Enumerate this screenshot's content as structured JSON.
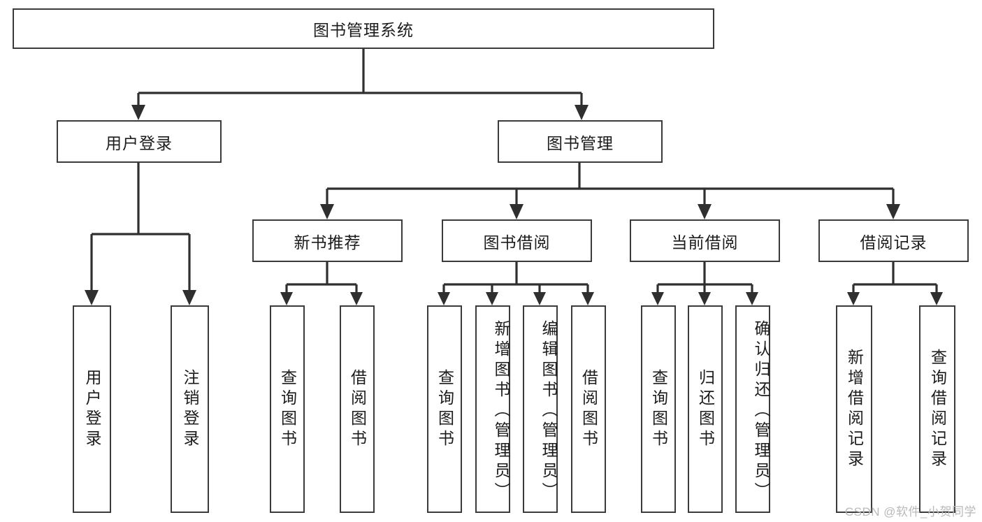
{
  "diagram": {
    "title": "图书管理系统",
    "type": "tree-hierarchy",
    "watermark": "CSDN @软件_小贺同学",
    "colors": {
      "stroke": "#3b3b3b",
      "fill": "#ffffff",
      "text": "#1c1c1c",
      "watermark": "#b9b9b9"
    },
    "nodes": {
      "root": {
        "label": "图书管理系统",
        "level": 0
      },
      "l1": [
        {
          "id": "user-login",
          "label": "用户登录",
          "level": 1
        },
        {
          "id": "book-manage",
          "label": "图书管理",
          "level": 1
        }
      ],
      "l2": [
        {
          "id": "new-book-rec",
          "label": "新书推荐",
          "level": 2
        },
        {
          "id": "book-borrow",
          "label": "图书借阅",
          "level": 2
        },
        {
          "id": "current-borrow",
          "label": "当前借阅",
          "level": 2
        },
        {
          "id": "borrow-record",
          "label": "借阅记录",
          "level": 2
        }
      ],
      "leaves": [
        {
          "id": "leaf-user-login",
          "label": "用户登录",
          "parent": "user-login"
        },
        {
          "id": "leaf-user-logout",
          "label": "注销登录",
          "parent": "user-login"
        },
        {
          "id": "leaf-query-book-1",
          "label": "查询图书",
          "parent": "new-book-rec"
        },
        {
          "id": "leaf-borrow-book-1",
          "label": "借阅图书",
          "parent": "new-book-rec"
        },
        {
          "id": "leaf-query-book-2",
          "label": "查询图书",
          "parent": "book-borrow"
        },
        {
          "id": "leaf-add-book",
          "label": "新增图书（管理员）",
          "parent": "book-borrow"
        },
        {
          "id": "leaf-edit-book",
          "label": "编辑图书（管理员）",
          "parent": "book-borrow"
        },
        {
          "id": "leaf-borrow-book-2",
          "label": "借阅图书",
          "parent": "book-borrow"
        },
        {
          "id": "leaf-query-book-3",
          "label": "查询图书",
          "parent": "current-borrow"
        },
        {
          "id": "leaf-return-book",
          "label": "归还图书",
          "parent": "current-borrow"
        },
        {
          "id": "leaf-confirm-return",
          "label": "确认归还（管理员）",
          "parent": "current-borrow"
        },
        {
          "id": "leaf-add-record",
          "label": "新增借阅记录",
          "parent": "borrow-record"
        },
        {
          "id": "leaf-query-record",
          "label": "查询借阅记录",
          "parent": "borrow-record"
        }
      ]
    }
  }
}
